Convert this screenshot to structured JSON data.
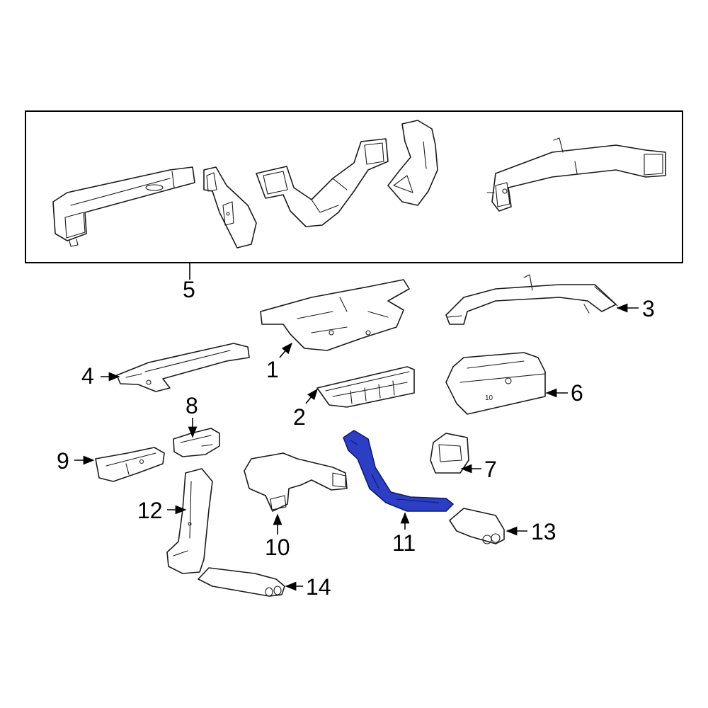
{
  "diagram": {
    "highlight_color": "#2c3fc4",
    "line_color": "#1a1a1a",
    "highlighted_part": "11",
    "callouts": {
      "c1": "1",
      "c2": "2",
      "c3": "3",
      "c4": "4",
      "c5": "5",
      "c6": "6",
      "c7": "7",
      "c8": "8",
      "c9": "9",
      "c10": "10",
      "c11": "11",
      "c12": "12",
      "c13": "13",
      "c14": "14"
    },
    "part6_stamp": "10"
  }
}
